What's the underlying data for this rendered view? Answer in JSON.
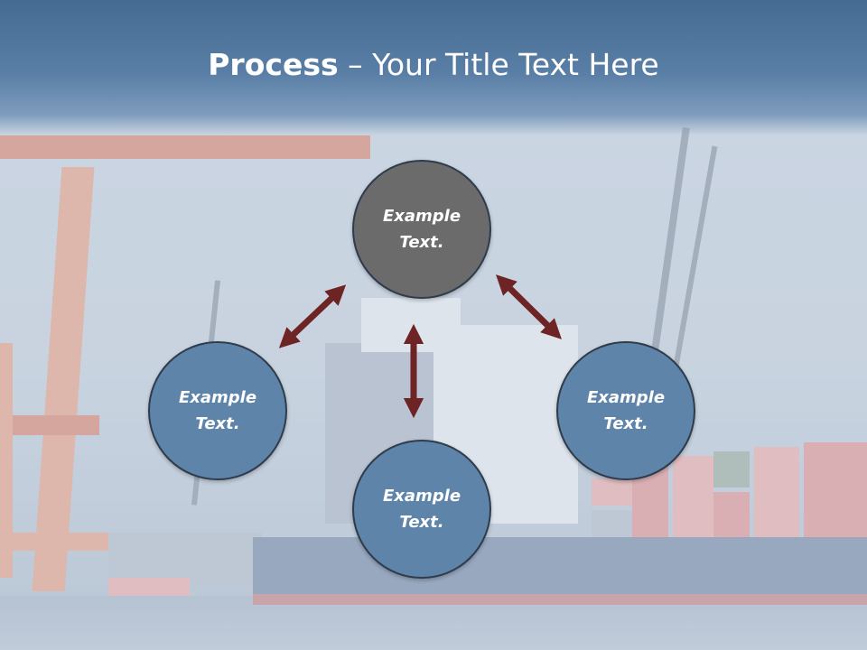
{
  "slide": {
    "title_bold": "Process",
    "title_rest": " – Your Title Text Here"
  },
  "diagram": {
    "nodes": [
      {
        "id": "top",
        "label": "Example Text."
      },
      {
        "id": "left",
        "label": "Example Text."
      },
      {
        "id": "right",
        "label": "Example Text."
      },
      {
        "id": "bottom",
        "label": "Example Text."
      }
    ],
    "colors": {
      "center_fill": "#6b6b6b",
      "node_fill": "#5f84aa",
      "arrow": "#6e2424"
    }
  }
}
